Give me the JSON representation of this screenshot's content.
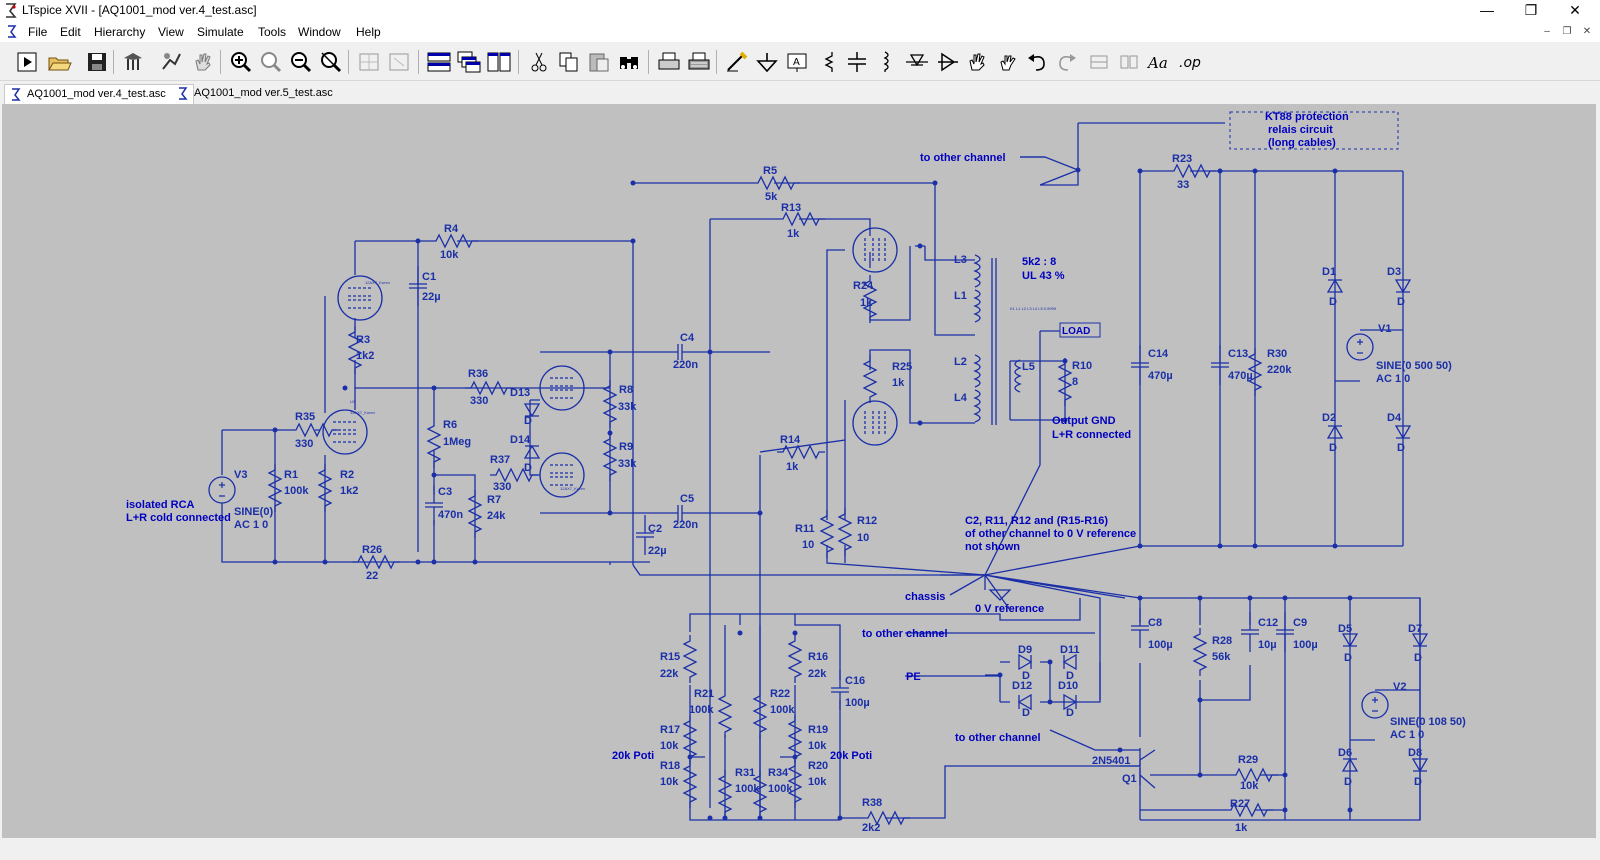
{
  "window": {
    "title": "LTspice XVII - [AQ1001_mod ver.4_test.asc]",
    "controls": {
      "minimize": "—",
      "maximize": "❐",
      "close": "✕"
    }
  },
  "menu": [
    "File",
    "Edit",
    "Hierarchy",
    "View",
    "Simulate",
    "Tools",
    "Window",
    "Help"
  ],
  "mdi_controls": {
    "minimize": "–",
    "restore": "❐",
    "close": "✕"
  },
  "toolbar": {
    "icons": [
      "run-icon",
      "open-icon",
      "save-icon",
      "control-panel-icon",
      "halt-icon",
      "pan-icon",
      "zoom-in-icon",
      "zoom-full-icon",
      "zoom-out-icon",
      "zoom-cancel-icon",
      "autorange-icon",
      "fit-icon",
      "tile-horizontal-icon",
      "cascade-icon",
      "tile-vertical-icon",
      "cut-icon",
      "copy-icon",
      "paste-icon",
      "find-icon",
      "print-icon",
      "print-setup-icon",
      "wire-icon",
      "ground-icon",
      "label-icon",
      "resistor-icon",
      "capacitor-icon",
      "inductor-icon",
      "diode-icon",
      "component-icon",
      "move-icon",
      "drag-icon",
      "undo-icon",
      "redo-icon",
      "rotate-icon",
      "mirror-icon",
      "text-icon",
      "spice-directive-icon"
    ],
    "op_label": ".op",
    "text_label": "Aa"
  },
  "tabs": [
    {
      "label": "AQ1001_mod ver.4_test.asc",
      "active": true
    },
    {
      "label": "AQ1001_mod ver.5_test.asc",
      "active": false
    }
  ],
  "schematic": {
    "wire_color": "#1a2fa8",
    "label_color": "#0000c0",
    "component_color": "#1a2fa8",
    "components": {
      "R4": [
        "R4",
        "10k"
      ],
      "R5": [
        "R5",
        "5k"
      ],
      "R13": [
        "R13",
        "1k"
      ],
      "R23": [
        "R23",
        "33"
      ],
      "R3": [
        "R3",
        "1k2"
      ],
      "R36": [
        "R36",
        "330"
      ],
      "R35": [
        "R35",
        "330"
      ],
      "R1": [
        "R1",
        "100k"
      ],
      "R2": [
        "R2",
        "1k2"
      ],
      "R6": [
        "R6",
        "1Meg"
      ],
      "R37": [
        "R37",
        "330"
      ],
      "R7": [
        "R7",
        "24k"
      ],
      "R8": [
        "R8",
        "33k"
      ],
      "R9": [
        "R9",
        "33k"
      ],
      "R24": [
        "R24",
        "1k"
      ],
      "R25": [
        "R25",
        "1k"
      ],
      "R14": [
        "R14",
        "1k"
      ],
      "R11": [
        "R11",
        "10"
      ],
      "R12": [
        "R12",
        "10"
      ],
      "R10": [
        "R10",
        "8"
      ],
      "R30": [
        "R30",
        "220k"
      ],
      "R26": [
        "R26",
        "22"
      ],
      "R15": [
        "R15",
        "22k"
      ],
      "R16": [
        "R16",
        "22k"
      ],
      "R21": [
        "R21",
        "100k"
      ],
      "R22": [
        "R22",
        "100k"
      ],
      "R17": [
        "R17",
        "10k"
      ],
      "R19": [
        "R19",
        "10k"
      ],
      "R18": [
        "R18",
        "10k"
      ],
      "R20": [
        "R20",
        "10k"
      ],
      "R31": [
        "R31",
        "100k"
      ],
      "R34": [
        "R34",
        "100k"
      ],
      "R38": [
        "R38",
        "2k2"
      ],
      "R28": [
        "R28",
        "56k"
      ],
      "R29": [
        "R29",
        "10k"
      ],
      "R27": [
        "R27",
        "1k"
      ],
      "C1": [
        "C1",
        "22µ"
      ],
      "C4": [
        "C4",
        "220n"
      ],
      "C5": [
        "C5",
        "220n"
      ],
      "C3": [
        "C3",
        "470n"
      ],
      "C2": [
        "C2",
        "22µ"
      ],
      "C14": [
        "C14",
        "470µ"
      ],
      "C13": [
        "C13",
        "470µ"
      ],
      "C16": [
        "C16",
        "100µ"
      ],
      "C8": [
        "C8",
        "100µ"
      ],
      "C12": [
        "C12",
        "10µ"
      ],
      "C9": [
        "C9",
        "100µ"
      ]
    },
    "diodes": {
      "D1": [
        "D1",
        "D"
      ],
      "D2": [
        "D2",
        "D"
      ],
      "D3": [
        "D3",
        "D"
      ],
      "D4": [
        "D4",
        "D"
      ],
      "D5": [
        "D5",
        "D"
      ],
      "D6": [
        "D6",
        "D"
      ],
      "D7": [
        "D7",
        "D"
      ],
      "D8": [
        "D8",
        "D"
      ],
      "D9": [
        "D9",
        "D"
      ],
      "D10": [
        "D10",
        "D"
      ],
      "D11": [
        "D11",
        "D"
      ],
      "D12": [
        "D12",
        "D"
      ],
      "D13": [
        "D13",
        "D"
      ],
      "D14": [
        "D14",
        "D"
      ]
    },
    "inductors": {
      "L1": "L1",
      "L2": "L2",
      "L3": "L3",
      "L4": "L4",
      "L5": "L5"
    },
    "sources": {
      "V1": [
        "V1",
        "SINE(0 500 50)",
        "AC 1 0"
      ],
      "V2": [
        "V2",
        "SINE(0 108 50)",
        "AC 1 0"
      ],
      "V3": [
        "V3",
        "SINE(0)",
        "AC 1 0"
      ]
    },
    "transistor": [
      "2N5401",
      "Q1"
    ],
    "annotations": {
      "kt88": [
        "KT88 protection",
        "relais circuit",
        "(long cables)"
      ],
      "ratio": [
        "5k2 : 8",
        "UL 43 %"
      ],
      "output_gnd": [
        "Output GND",
        "L+R connected"
      ],
      "note": [
        "C2, R11, R12 and (R15-R16)",
        "of other channel to 0 V reference",
        "not shown"
      ],
      "isolated": [
        "isolated RCA",
        "L+R cold connected"
      ],
      "to_other_1": "to other channel",
      "to_other_2": "to other channel",
      "to_other_3": "to other channel",
      "chassis": "chassis",
      "zero_v": "0 V reference",
      "pe": "PE",
      "load": "LOAD",
      "poti_left": "20k Poti",
      "poti_right": "20k Poti",
      "tube_small": "12AX7_Koren",
      "tube_u": "U1",
      "tiny_directive": "K1 L1 L2 L3 L4 L5 0.9999"
    }
  }
}
